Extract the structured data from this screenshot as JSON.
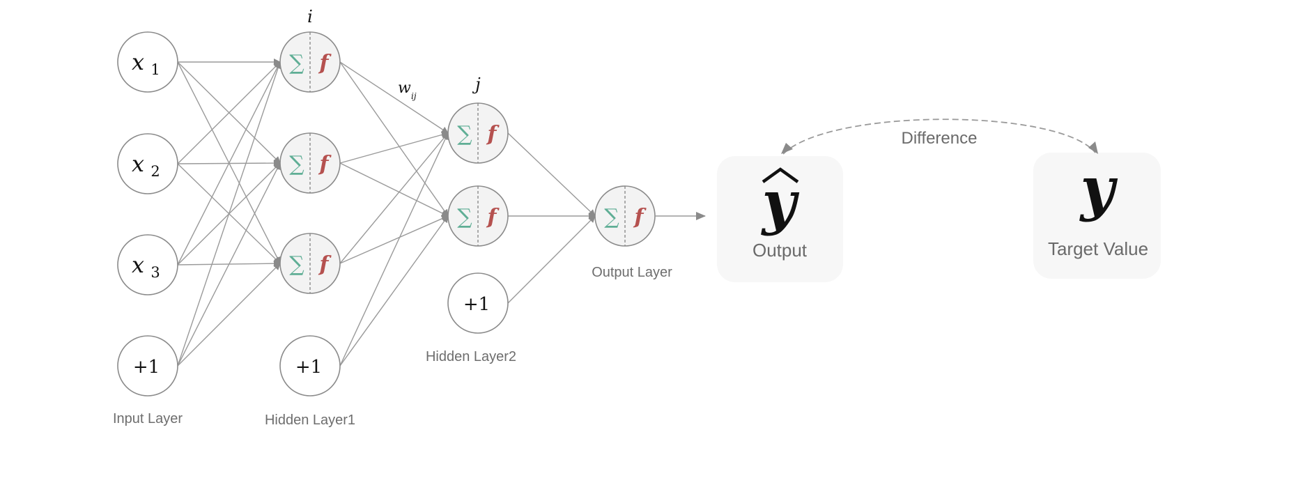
{
  "input_layer": {
    "label": "Input Layer",
    "nodes": [
      {
        "symbol": "x",
        "subscript": "1"
      },
      {
        "symbol": "x",
        "subscript": "2"
      },
      {
        "symbol": "x",
        "subscript": "3"
      }
    ],
    "bias": "+1"
  },
  "hidden_layer1": {
    "label": "Hidden Layer1",
    "index_label": "i",
    "neuron_count": 3,
    "bias": "+1"
  },
  "hidden_layer2": {
    "label": "Hidden Layer2",
    "index_label": "j",
    "neuron_count": 2,
    "bias": "+1"
  },
  "output_layer": {
    "label": "Output Layer",
    "neuron_count": 1
  },
  "neuron_symbols": {
    "sum": "∑",
    "activation": "f"
  },
  "weight_label": {
    "symbol": "w",
    "subscript": "ij"
  },
  "output_card": {
    "symbol": "y",
    "label": "Output"
  },
  "target_card": {
    "symbol": "y",
    "label": "Target Value"
  },
  "difference_label": "Difference",
  "colors": {
    "sum_symbol": "#5fae95",
    "activation_symbol": "#b5514f",
    "edge": "#9a9a9a",
    "node_fill": "#f3f3f3",
    "card_background": "#f7f7f7"
  }
}
